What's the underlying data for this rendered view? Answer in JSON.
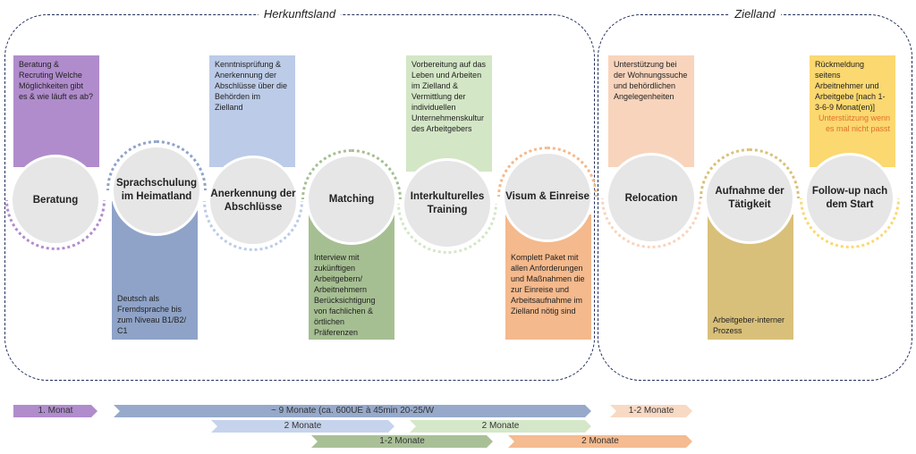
{
  "regions": {
    "origin": "Herkunftsland",
    "target": "Zielland"
  },
  "steps": [
    {
      "title": "Beratung",
      "desc": "Beratung & Recruting Welche Möglichkeiten gibt es & wie läuft es ab?",
      "color": "#b08ccc",
      "pos": "top"
    },
    {
      "title": "Sprachschulung im Heimatland",
      "desc": "Deutsch als Fremdsprache bis zum Niveau B1/B2/ C1",
      "color": "#8fa3c8",
      "pos": "bottom"
    },
    {
      "title": "Anerkennung der Abschlüsse",
      "desc": "Kenntnisprüfung & Anerkennung der Abschlüsse über die Behörden im Zielland",
      "color": "#bccbe8",
      "pos": "top"
    },
    {
      "title": "Matching",
      "desc": "Interview mit zukünftigen Arbeitgebern/ Arbeitnehmern Berücksichtigung von fachlichen & örtlichen Präferenzen",
      "color": "#a6bf92",
      "pos": "bottom"
    },
    {
      "title": "Interkulturelles Training",
      "desc": "Vorbereitung auf das Leben und Arbeiten im Zielland & Vermittlung der individuellen Unternehmenskultur des Arbeitgebers",
      "color": "#d3e6c6",
      "pos": "top"
    },
    {
      "title": "Visum & Einreise",
      "desc": "Komplett Paket mit allen Anforderungen und Maßnahmen die zur Einreise und Arbeitsaufnahme im Zielland nötig sind",
      "color": "#f4b98c",
      "pos": "bottom"
    },
    {
      "title": "Relocation",
      "desc": "Unterstützung bei der Wohnungssuche und behördlichen Angelegenheiten",
      "color": "#f8d4bc",
      "pos": "top"
    },
    {
      "title": "Aufnahme der Tätigkeit",
      "desc": "Arbeitgeber-interner Prozess",
      "color": "#d9c07a",
      "pos": "bottom"
    },
    {
      "title": "Follow-up nach dem Start",
      "desc": "Rückmeldung seitens Arbeitnehmer und Arbeitgebe [nach 1-3-6-9 Monat(en)]",
      "note": "Unterstützung wenn es mal nicht passt",
      "color": "#fbd870",
      "pos": "top"
    }
  ],
  "timeline": [
    {
      "label": "1. Monat",
      "color": "#b08ccc"
    },
    {
      "label": "~ 9 Monate (ca. 600UE à 45min 20-25/W",
      "color": "#97a9cb"
    },
    {
      "label": "1-2 Monate",
      "color": "#f8d9c4"
    },
    {
      "label": "2 Monate",
      "color": "#c6d3ec"
    },
    {
      "label": "2 Monate",
      "color": "#d5e7c9"
    },
    {
      "label": "1-2 Monate",
      "color": "#a9c097"
    },
    {
      "label": "2 Monate",
      "color": "#f5bb91"
    }
  ]
}
